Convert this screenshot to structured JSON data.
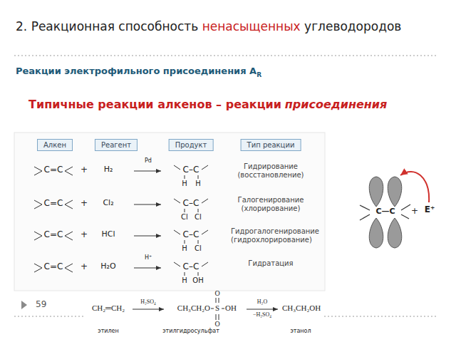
{
  "diagram": {
    "title": "2. Реакционная способность ненасыщенных углеводородов",
    "nodes": [
      {
        "text": [
          "Алкен"
        ]
      },
      {
        "text": [
          "Реагент"
        ]
      },
      {
        "text": [
          "Продукт"
        ]
      },
      {
        "text": [
          "Тип реакции"
        ]
      }
    ],
    "labels": [
      "Реакции электрофильного присоединения A",
      "R",
      "Типичные реакции алкенов – реакции",
      "присоединения",
      "C=C",
      "+",
      "H₂",
      "Pd",
      "C–C",
      "H",
      "H",
      "Гидрирование (восстановление)",
      "C=C",
      "+",
      "Cl₂",
      "C–C",
      "Cl",
      "Cl",
      "Галогенирование (хлорирование)",
      "C=C",
      "+",
      "HCl",
      "C–C",
      "H",
      "Cl",
      "Гидрогалогенирование (гидрохлорирование)",
      "C=C",
      "+",
      "H₂O",
      "H⁺",
      "C–C",
      "H",
      "OH",
      "Гидратация",
      "C—C",
      "+",
      "E⁺",
      "CH₂═CH₂",
      "H₂SO₄",
      "CH₃CH₂O",
      "S",
      "O",
      "O",
      "OH",
      "H₂O",
      "−H₂SO₄",
      "CH₃CH₂OH",
      "этилен",
      "этилгидросульфат",
      "этанол",
      "59"
    ]
  }
}
